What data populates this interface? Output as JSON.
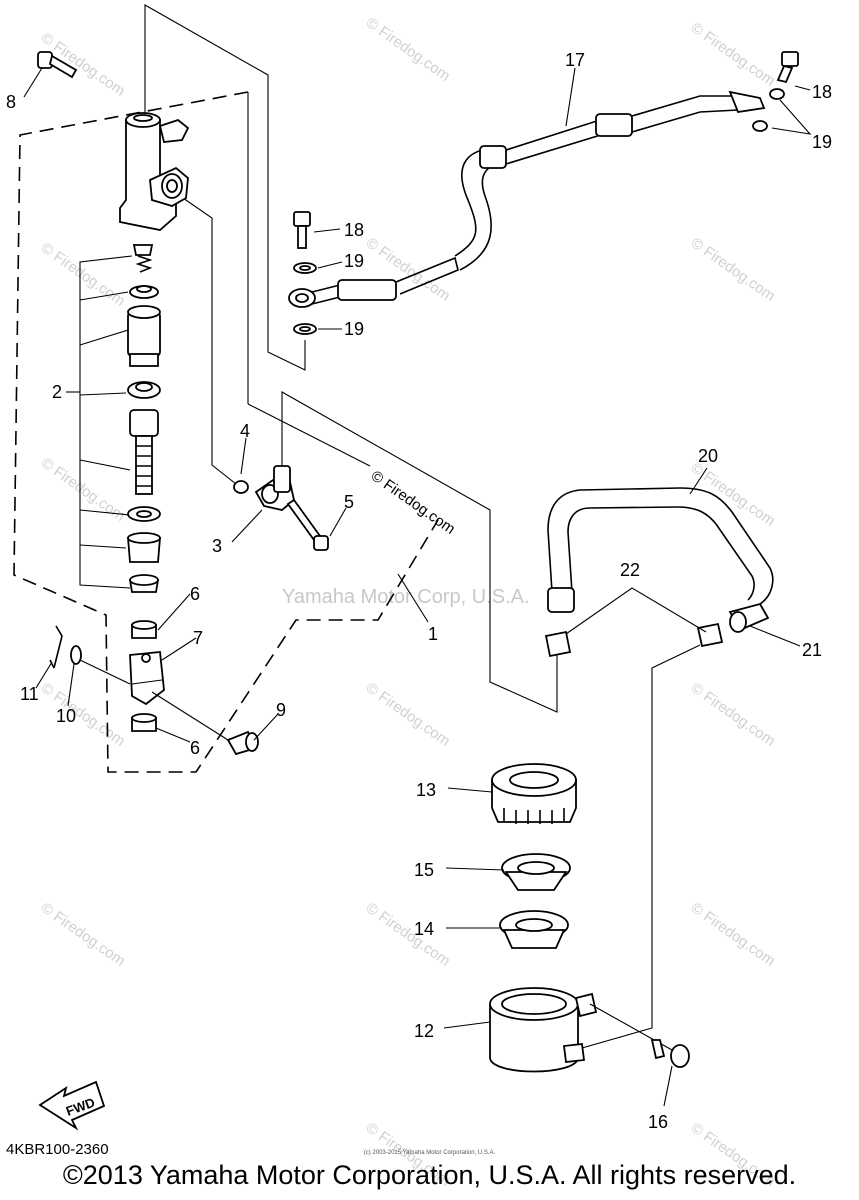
{
  "diagram": {
    "code": "4KBR100-2360",
    "copyright": "©2013 Yamaha Motor Corporation, U.S.A. All rights reserved.",
    "small_copyright": "(c) 2003-2015 Yamaha Motor Corporation, U.S.A.",
    "watermark_center": "Yamaha Motor Corp, U.S.A.",
    "watermark_site": "© Firedog.com",
    "fwd_label": "FWD",
    "callouts": [
      "8",
      "17",
      "18",
      "19",
      "18",
      "19",
      "19",
      "2",
      "4",
      "3",
      "5",
      "20",
      "22",
      "21",
      "6",
      "7",
      "1",
      "11",
      "10",
      "9",
      "6",
      "13",
      "15",
      "14",
      "12",
      "16"
    ]
  }
}
